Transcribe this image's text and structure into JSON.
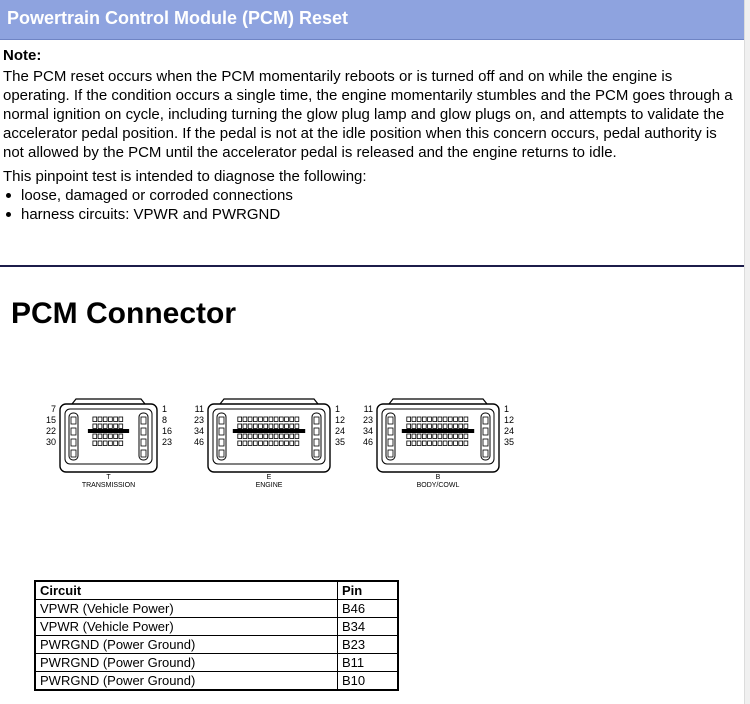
{
  "header": {
    "title": "Powertrain Control Module (PCM) Reset"
  },
  "note": {
    "title": "Note:",
    "paragraph": "The PCM reset occurs when the PCM momentarily reboots or is turned off and on while the engine is operating. If the condition occurs a single time, the engine momentarily stumbles and the PCM goes through a normal ignition on cycle, including turning the glow plug lamp and glow plugs on, and attempts to validate the accelerator pedal position. If the pedal is not at the idle position when this concern occurs, pedal authority is not allowed by the PCM until the accelerator pedal is released and the engine returns to idle.",
    "intro": "This pinpoint test is intended to diagnose the following:",
    "bullets": [
      "loose, damaged or corroded connections",
      "harness circuits: VPWR and PWRGND"
    ]
  },
  "section_title": "PCM Connector",
  "connectors": [
    {
      "letter": "T",
      "name": "TRANSMISSION",
      "left_pins": [
        "7",
        "15",
        "22",
        "30"
      ],
      "right_pins": [
        "1",
        "8",
        "16",
        "23"
      ]
    },
    {
      "letter": "E",
      "name": "ENGINE",
      "left_pins": [
        "11",
        "23",
        "34",
        "46"
      ],
      "right_pins": [
        "1",
        "12",
        "24",
        "35"
      ]
    },
    {
      "letter": "B",
      "name": "BODY/COWL",
      "left_pins": [
        "11",
        "23",
        "34",
        "46"
      ],
      "right_pins": [
        "1",
        "12",
        "24",
        "35"
      ]
    }
  ],
  "table": {
    "headers": [
      "Circuit",
      "Pin"
    ],
    "rows": [
      [
        "VPWR (Vehicle Power)",
        "B46"
      ],
      [
        "VPWR (Vehicle Power)",
        "B34"
      ],
      [
        "PWRGND (Power Ground)",
        "B23"
      ],
      [
        "PWRGND (Power Ground)",
        "B11"
      ],
      [
        "PWRGND (Power Ground)",
        "B10"
      ]
    ]
  }
}
